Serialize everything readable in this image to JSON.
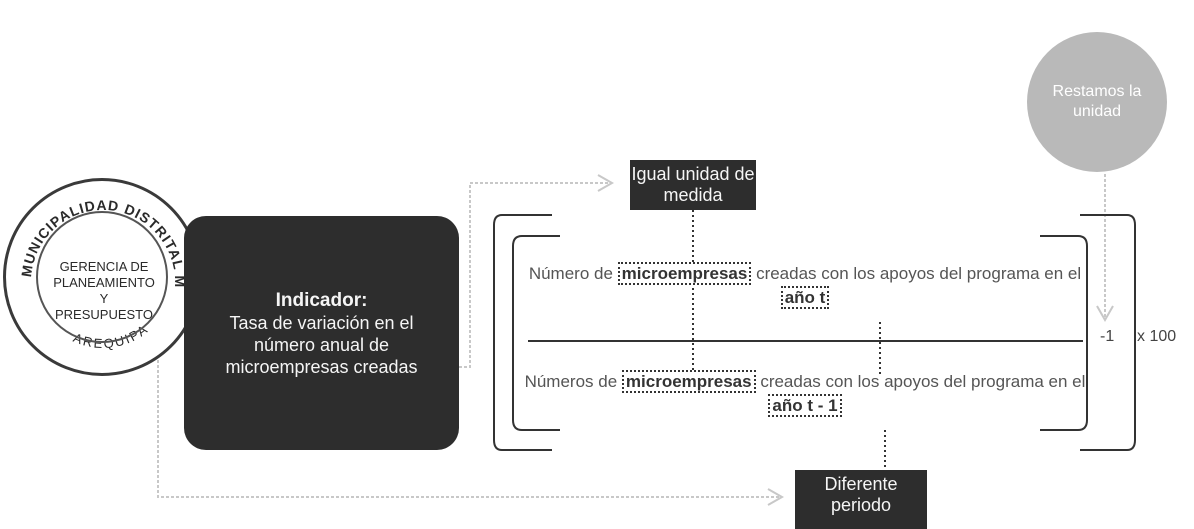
{
  "seal": {
    "ring_text": "MUNICIPALIDAD DISTRITAL MARIANO MELGAR",
    "bottom_text": "AREQUIPA",
    "line1": "GERENCIA DE",
    "line2": "PLANEAMIENTO Y",
    "line3": "PRESUPUESTO"
  },
  "indicator": {
    "title": "Indicador:",
    "description": "Tasa de variación en el número anual de microempresas creadas"
  },
  "labels": {
    "same_unit": "Igual unidad de medida",
    "different_period": "Diferente periodo",
    "subtract_unit": "Restamos la unidad"
  },
  "formula": {
    "numerator": {
      "pre": "Número de ",
      "key": "microempresas",
      "mid": " creadas con los apoyos del programa en el ",
      "year": "año t"
    },
    "denominator": {
      "pre": "Números de ",
      "key": "microempresas",
      "mid": " creadas con los apoyos del programa en el ",
      "year": "año t - 1"
    },
    "minus_one": "-1",
    "times_hundred": "x 100"
  },
  "colors": {
    "dark_box": "#2d2d2d",
    "circle": "#b9b9b9",
    "connector": "#c8c8c8"
  }
}
